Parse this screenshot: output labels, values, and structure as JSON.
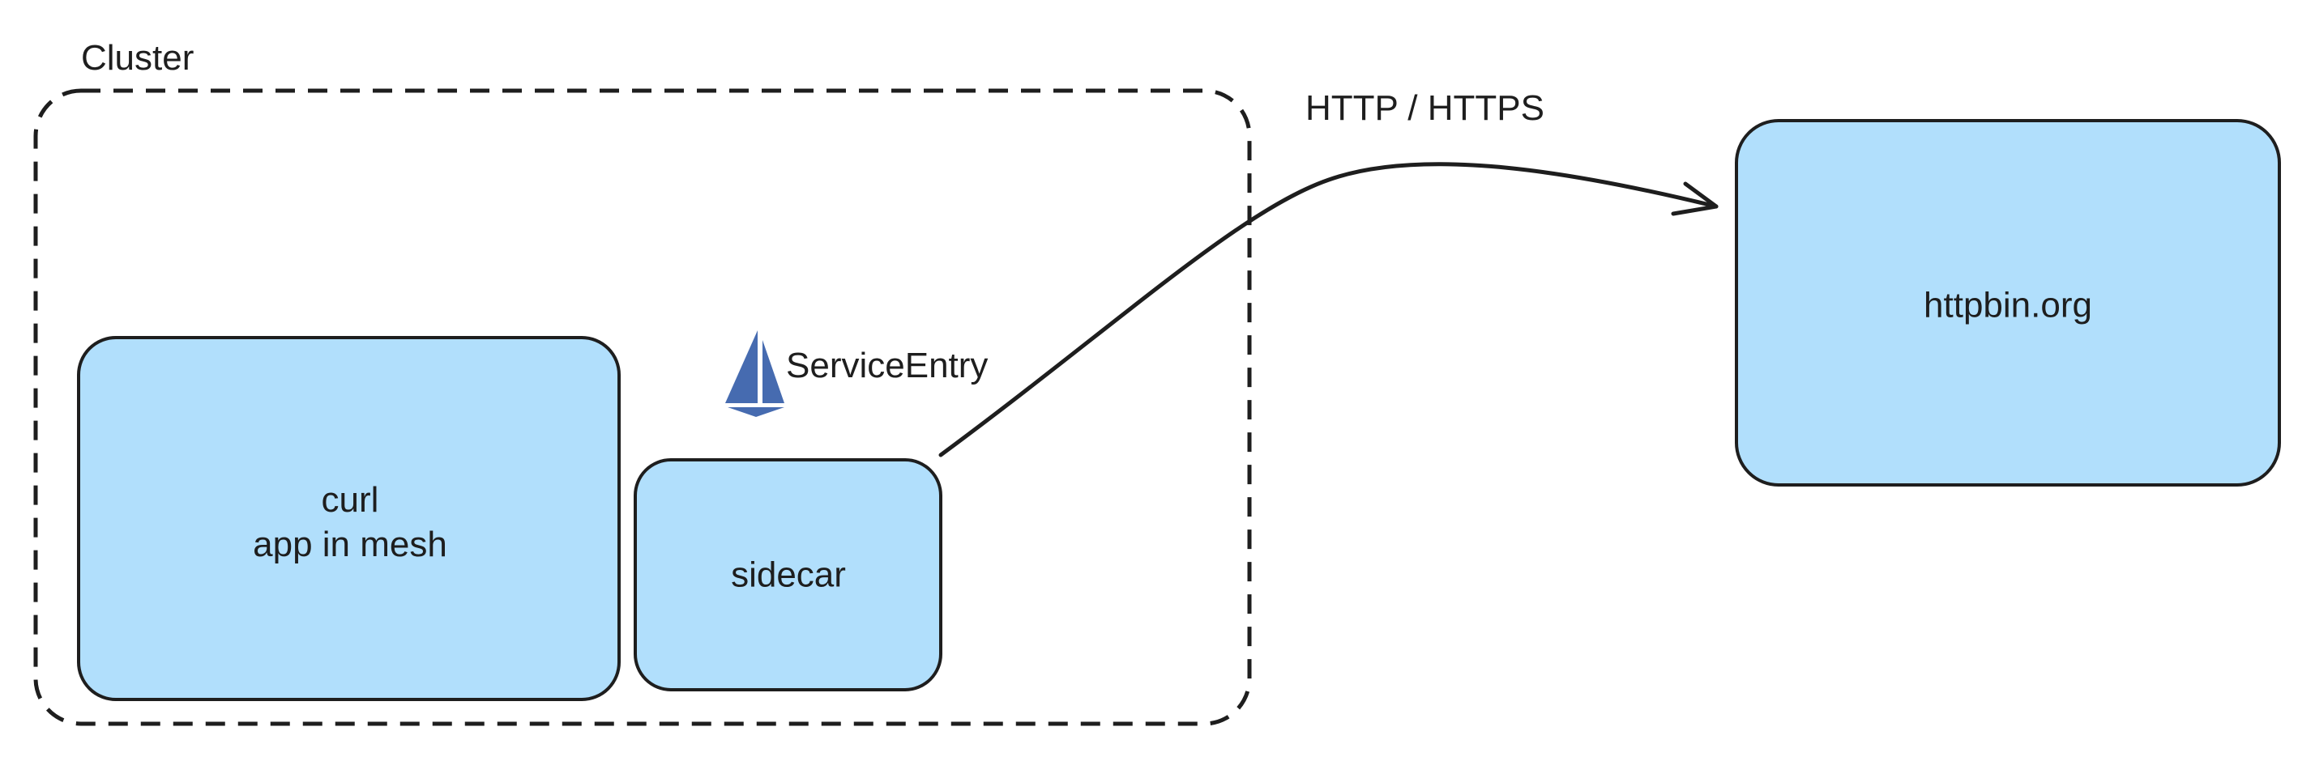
{
  "cluster": {
    "label": "Cluster"
  },
  "nodes": {
    "curl": {
      "line1": "curl",
      "line2": "app in mesh",
      "fill": "#b1dffc"
    },
    "sidecar": {
      "label": "sidecar",
      "fill": "#b1dffc"
    },
    "httpbin": {
      "label": "httpbin.org",
      "fill": "#b1dffc"
    }
  },
  "service_entry": {
    "label": "ServiceEntry",
    "icon": "istio-sail-icon",
    "icon_color": "#466bb0"
  },
  "edge": {
    "label": "HTTP / HTTPS",
    "from": "sidecar",
    "to": "httpbin"
  },
  "colors": {
    "stroke": "#1e1e1e",
    "node_fill": "#b1dffc"
  }
}
